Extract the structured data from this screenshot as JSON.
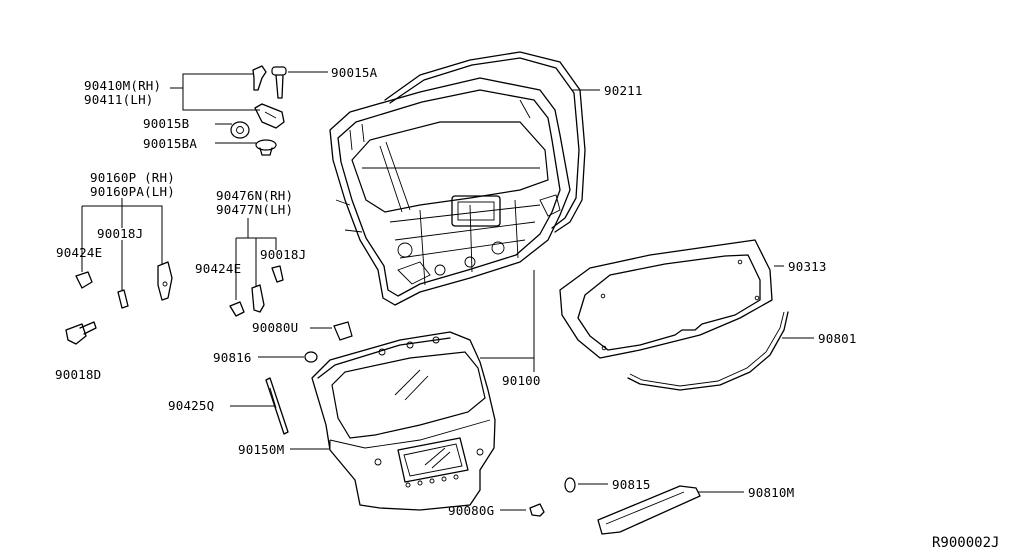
{
  "labels": {
    "p90410M": "90410M(RH)",
    "p90411": "90411(LH)",
    "p90015A": "90015A",
    "p90015B": "90015B",
    "p90015BA": "90015BA",
    "p90211": "90211",
    "p90160P": "90160P (RH)",
    "p90160PA": "90160PA(LH)",
    "p90018J_left": "90018J",
    "p90424E_left": "90424E",
    "p90018D": "90018D",
    "p90476N": "90476N(RH)",
    "p90477N": "90477N(LH)",
    "p90424E_mid": "90424E",
    "p90018J_mid": "90018J",
    "p90080U": "90080U",
    "p90816": "90816",
    "p90425Q": "90425Q",
    "p90150M": "90150M",
    "p90100": "90100",
    "p90313": "90313",
    "p90801": "90801",
    "p90815": "90815",
    "p90080G": "90080G",
    "p90810M": "90810M"
  },
  "reference": "R900002J"
}
